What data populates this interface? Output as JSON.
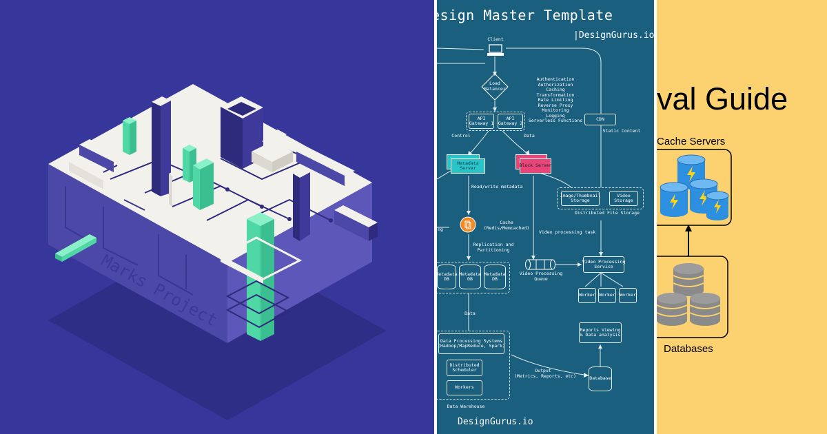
{
  "left_panel": {
    "iso_label": "Marks Project",
    "colors": {
      "background": "#37379b",
      "accent": "#5fe0b0",
      "top": "#f3f1ec",
      "side": "#5c57b8"
    }
  },
  "mid_panel": {
    "title": "esign Master Template",
    "brand": "|DesignGurus.io",
    "footer": "DesignGurus.io",
    "nodes": {
      "client": "Client",
      "load_balancer": [
        "Load",
        "Balancer"
      ],
      "api_gateway_1": [
        "API",
        "Gateway 1"
      ],
      "api_gateway_2": [
        "API",
        "Gateway 2"
      ],
      "gateway_features": [
        "Authentication",
        "Authorization",
        "Caching",
        "Transformation",
        "Rate Limiting",
        "Reverse Proxy",
        "Monitoring",
        "Logging",
        "Serverless Functions"
      ],
      "cdn": "CDN",
      "static_content": "Static Content",
      "control": "Control",
      "data_edge": "Data",
      "metadata_server": [
        "Metadata",
        "Server"
      ],
      "block_server": "Block Server",
      "read_write_metadata": "Read/write metadata",
      "image_storage": [
        "Image/Thumbnail",
        "Storage"
      ],
      "video_storage": [
        "Video",
        "Storage"
      ],
      "distributed_file_storage": "Distributed File Storage",
      "cache": [
        "Cache",
        "(Redis/Memcached)"
      ],
      "partial_left": [
        "ng"
      ],
      "video_processing_task": "Video processing task",
      "replication": [
        "Replication and",
        "Partitioning"
      ],
      "metadata_db": [
        "Metadata",
        "DB"
      ],
      "video_processing_queue": [
        "Video Processing",
        "Queue"
      ],
      "video_processing_service": [
        "Video Processing",
        "Service"
      ],
      "worker": "Worker",
      "data_label": "Data",
      "reports": [
        "Reports Viewing",
        "& Data analysis"
      ],
      "data_processing": [
        "Data Processing Systems",
        "(Hadoop/MapReduce, Spark)"
      ],
      "distributed_scheduler": [
        "Distributed",
        "Scheduler"
      ],
      "workers": "Workers",
      "output": [
        "Output",
        "(Metrics, Reports, etc)"
      ],
      "database": "Database",
      "data_warehouse": "Data Warehouse"
    },
    "colors": {
      "background": "#1b5f7e",
      "block_server": "#e8457a",
      "metadata_server": "#29c4c8",
      "cache": "#f08a24"
    }
  },
  "right_panel": {
    "title": "val Guide",
    "cache_servers_label": "Cache Servers",
    "databases_label": "Databases",
    "colors": {
      "background": "#fbd26f",
      "cache_server": "#2c8fe0",
      "database": "#8a8a8a"
    }
  }
}
